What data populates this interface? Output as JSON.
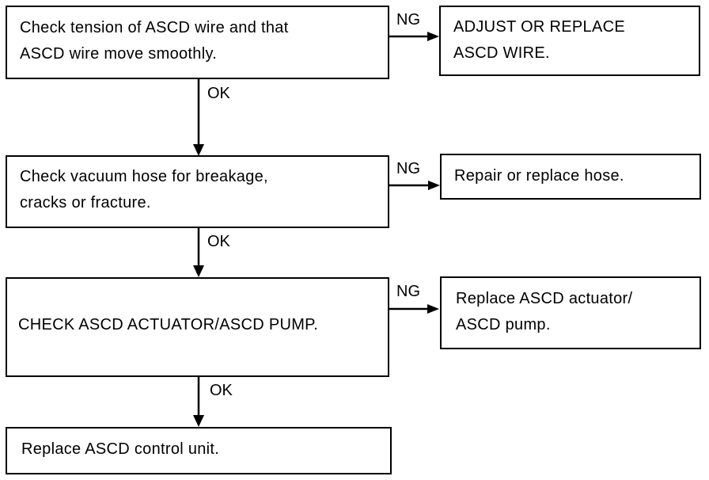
{
  "steps": [
    {
      "text_lines": [
        "Check tension of ASCD wire and that",
        "ASCD wire move smoothly."
      ],
      "ng_label": "NG",
      "ng_action_lines": [
        "ADJUST OR REPLACE",
        "ASCD WIRE."
      ],
      "ok_label": "OK"
    },
    {
      "text_lines": [
        "Check vacuum hose for breakage,",
        "cracks or fracture."
      ],
      "ng_label": "NG",
      "ng_action_lines": [
        "Repair or replace hose."
      ],
      "ok_label": "OK"
    },
    {
      "text_lines": [
        "CHECK ASCD ACTUATOR/ASCD PUMP."
      ],
      "ng_label": "NG",
      "ng_action_lines": [
        "Replace ASCD actuator/",
        "ASCD pump."
      ],
      "ok_label": "OK"
    }
  ],
  "final_step": {
    "text_lines": [
      "Replace ASCD control unit."
    ]
  }
}
